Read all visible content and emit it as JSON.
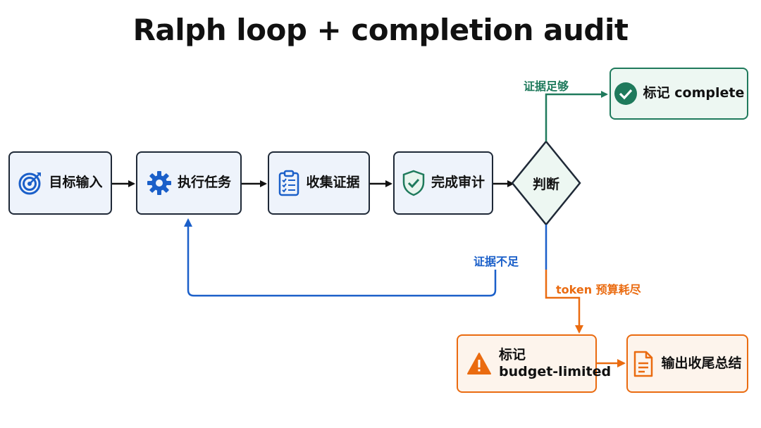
{
  "title": "Ralph loop + completion audit",
  "nodes": {
    "goal_input": "目标输入",
    "execute_task": "执行任务",
    "collect_evidence": "收集证据",
    "completion_audit": "完成审计",
    "decision": "判断",
    "mark_complete": "标记 complete",
    "mark_budget_line1": "标记",
    "mark_budget_line2": "budget-limited",
    "output_summary": "输出收尾总结"
  },
  "edges": {
    "evidence_sufficient": "证据足够",
    "evidence_insufficient": "证据不足",
    "token_exhausted": "token 预算耗尽"
  },
  "colors": {
    "blue_accent": "#1a5fc9",
    "green_accent": "#1f7a5c",
    "orange_accent": "#ea6b10",
    "dark_stroke": "#1f2937"
  },
  "icons": {
    "goal_input": "target-icon",
    "execute_task": "gear-icon",
    "collect_evidence": "clipboard-checklist-icon",
    "completion_audit": "shield-check-icon",
    "mark_complete": "check-circle-icon",
    "mark_budget": "warning-icon",
    "output_summary": "document-icon"
  }
}
